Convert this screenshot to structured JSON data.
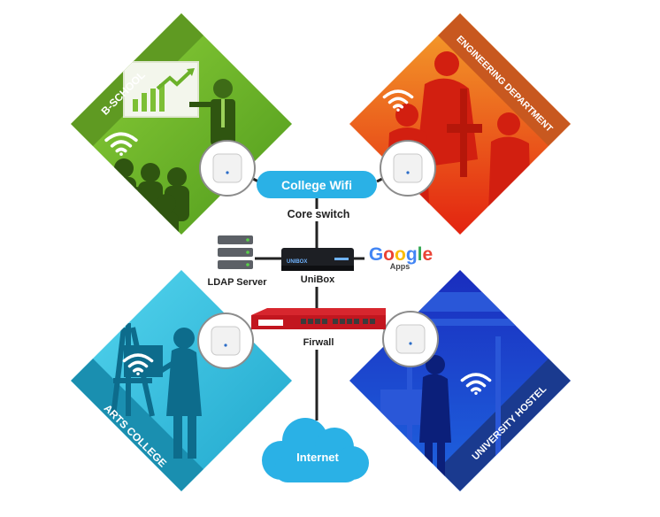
{
  "network": {
    "wifi_label": "College Wifi",
    "core_switch_label": "Core switch",
    "ldap_label": "LDAP Server",
    "unibox_label": "UniBox",
    "firewall_label": "Firwall",
    "internet_label": "Internet",
    "google_label": "Google",
    "apps_label": "Apps",
    "device_label": "UNIBOX"
  },
  "zones": {
    "bschool": "B-SCHOOL",
    "engineering": "ENGINEERING DEPARTMENT",
    "arts": "ARTS COLLEGE",
    "hostel": "UNIVERSITY HOSTEL"
  },
  "colors": {
    "bschool": "#76b82a",
    "engineering": "#f08a1c",
    "arts": "#37c2e0",
    "hostel": "#1f44c9",
    "wifi_pill": "#2ab1e6",
    "firewall": "#d7262e",
    "google_blue": "#4285F4",
    "google_red": "#EA4335",
    "google_yellow": "#FBBC05",
    "google_green": "#34A853"
  }
}
